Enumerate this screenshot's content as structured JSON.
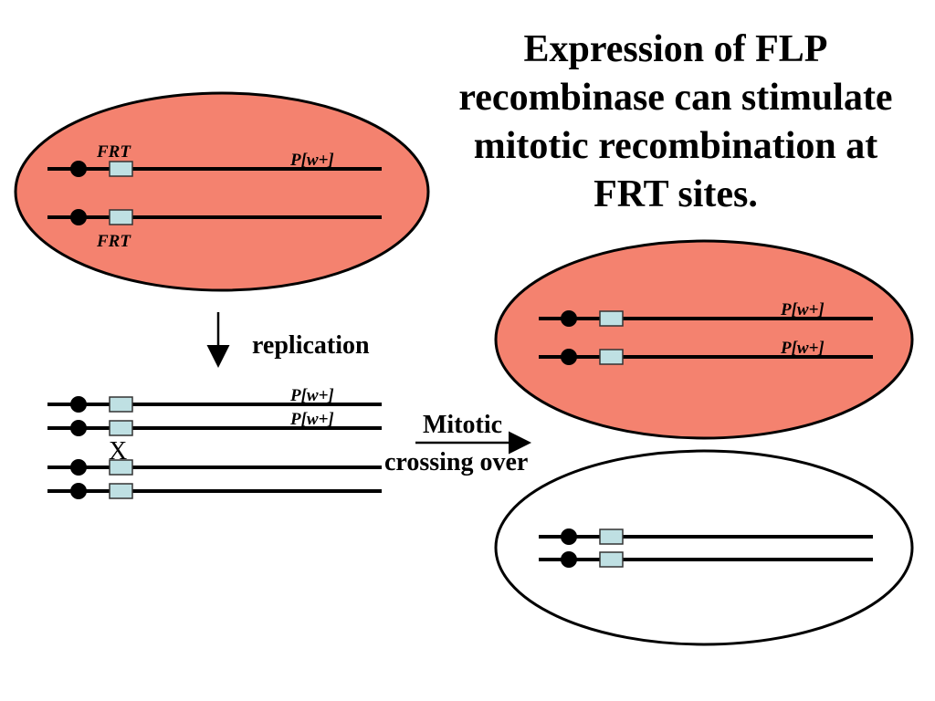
{
  "title_lines": [
    "Expression of FLP",
    "recombinase can stimulate",
    "mitotic recombination at",
    "FRT sites."
  ],
  "labels": {
    "frt": "FRT",
    "pw": "P[w+]",
    "replication": "replication",
    "mitotic_line1": "Mitotic",
    "mitotic_line2": "crossing over",
    "cross_mark": "X"
  },
  "colors": {
    "cell_red": "#F4826F",
    "frt_box": "#BFE0E3",
    "line": "#000000",
    "cell_white": "#FFFFFF"
  }
}
